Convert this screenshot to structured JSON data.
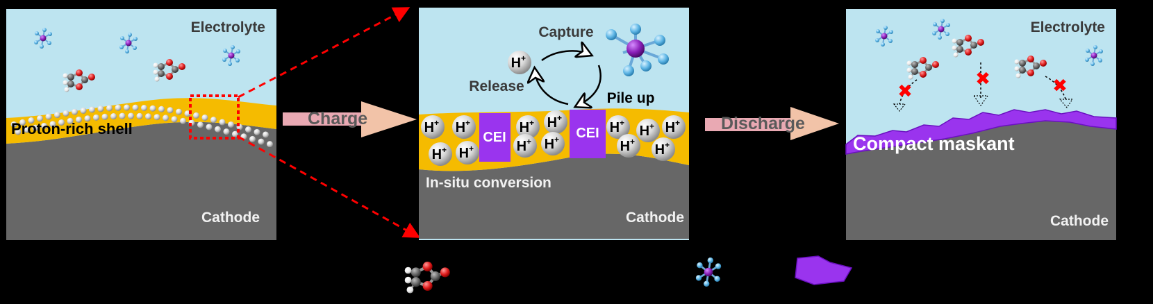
{
  "panel1": {
    "electrolyte_label": "Electrolyte",
    "shell_label": "Proton-rich shell",
    "cathode_label": "Cathode"
  },
  "arrow1": {
    "label": "Charge"
  },
  "panel2": {
    "capture_label": "Capture",
    "release_label": "Release",
    "pileup_label": "Pile up",
    "proton_label": "H",
    "proton_sup": "+",
    "cei_label": "CEI",
    "conversion_label": "In-situ conversion",
    "cathode_label": "Cathode"
  },
  "arrow2": {
    "label": "Discharge"
  },
  "panel3": {
    "electrolyte_label": "Electrolyte",
    "maskant_label": "Compact maskant",
    "cathode_label": "Cathode"
  },
  "colors": {
    "electrolyte": "#bde4f0",
    "cathode": "#676767",
    "shell": "#f5bb00",
    "cei": "#9a34ee",
    "arrow": "#f2c3a8",
    "zoom": "#ff0000",
    "phosphorus": "#8a1fb8",
    "fluorine": "#5fb6e6"
  }
}
